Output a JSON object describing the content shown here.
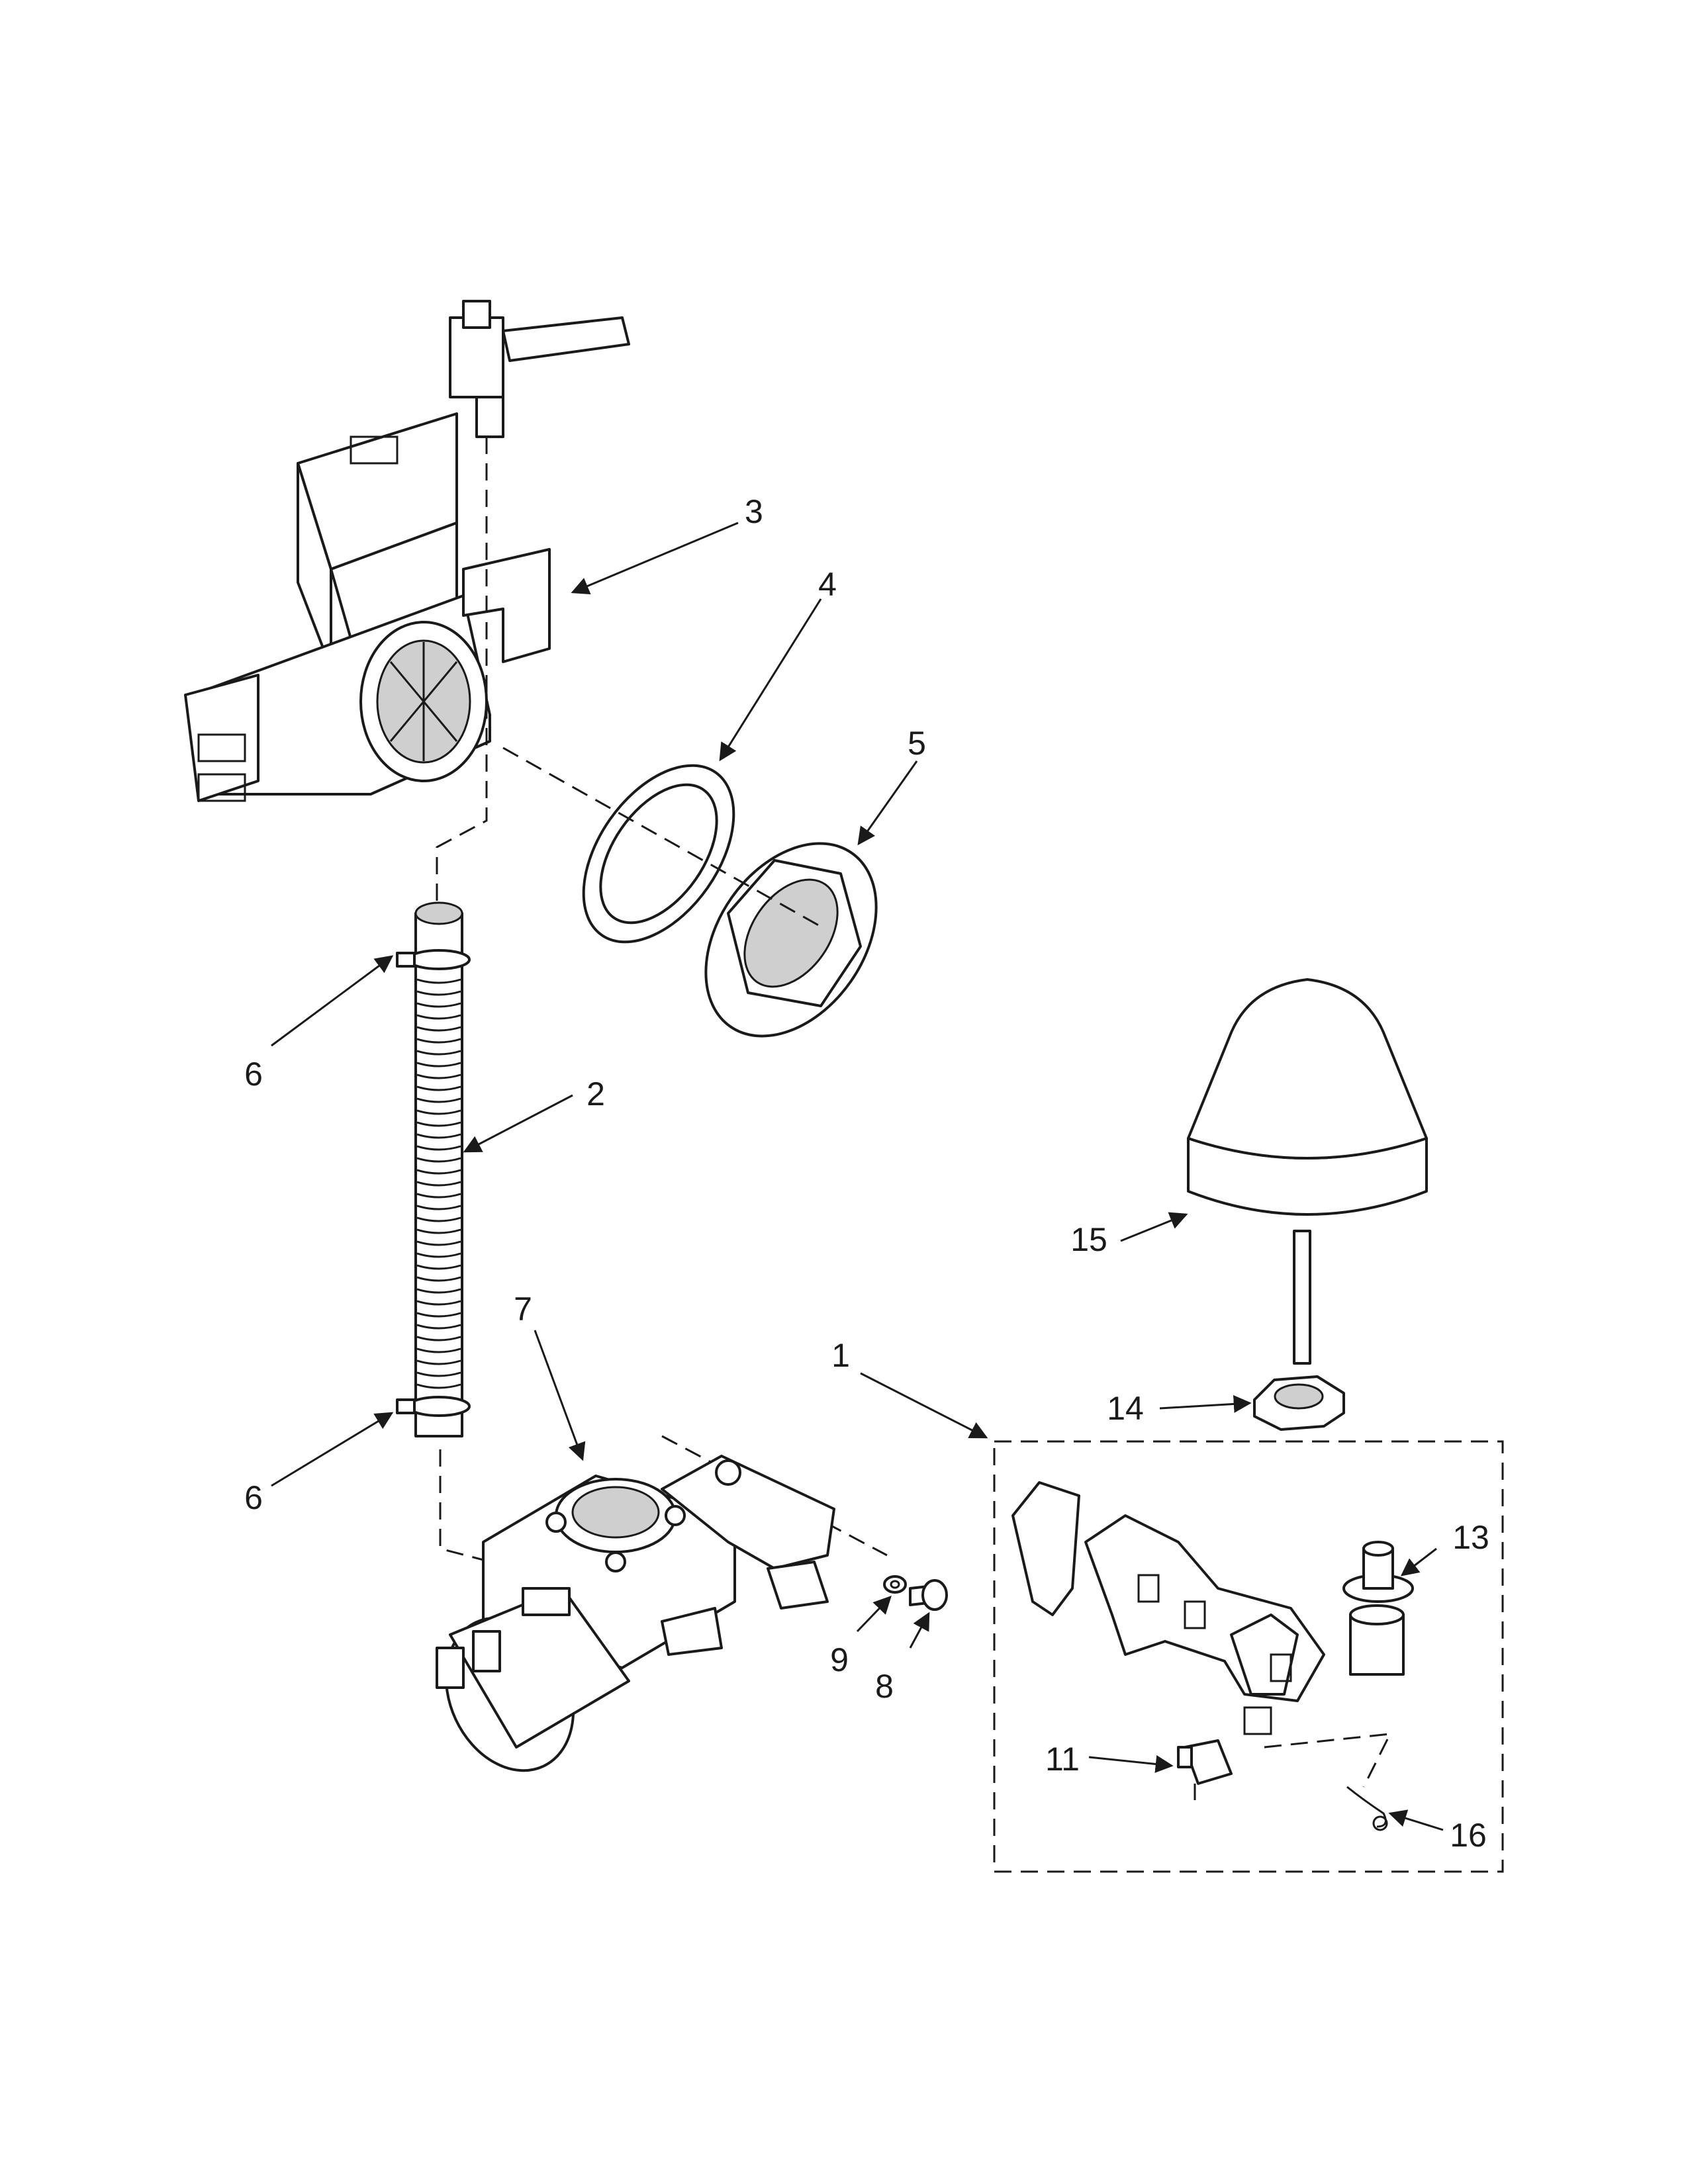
{
  "diagram": {
    "callouts": [
      {
        "id": "3",
        "label": "3"
      },
      {
        "id": "4",
        "label": "4"
      },
      {
        "id": "5",
        "label": "5"
      },
      {
        "id": "6a",
        "label": "6"
      },
      {
        "id": "2",
        "label": "2"
      },
      {
        "id": "6b",
        "label": "6"
      },
      {
        "id": "7",
        "label": "7"
      },
      {
        "id": "1",
        "label": "1"
      },
      {
        "id": "15",
        "label": "15"
      },
      {
        "id": "14",
        "label": "14"
      },
      {
        "id": "13",
        "label": "13"
      },
      {
        "id": "9",
        "label": "9"
      },
      {
        "id": "8",
        "label": "8"
      },
      {
        "id": "11",
        "label": "11"
      },
      {
        "id": "16",
        "label": "16"
      }
    ]
  }
}
